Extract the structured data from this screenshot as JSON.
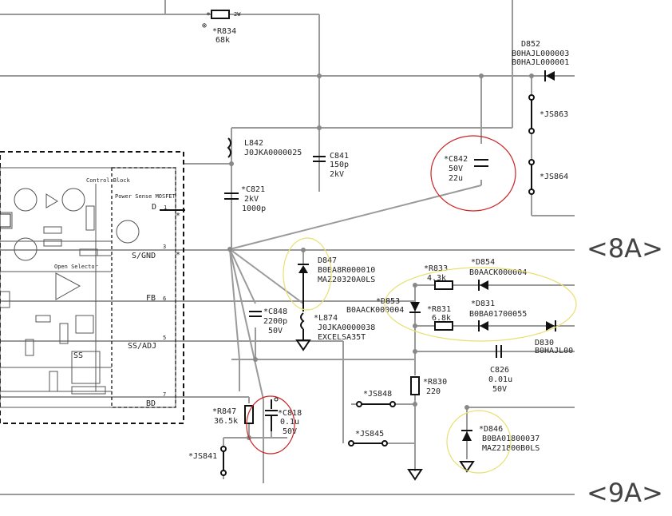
{
  "page_markers": {
    "top": "<8A>",
    "bottom": "<9A>"
  },
  "ic_block": {
    "control_block": "Control Block",
    "power_sense_mosfet": "Power Sense MOSFET",
    "open_selector": "Open Selector",
    "ss": "SS",
    "pins": [
      {
        "num": "1",
        "name": "D"
      },
      {
        "num": "3",
        "name": "S/GND"
      },
      {
        "num": "6",
        "name": "FB"
      },
      {
        "num": "5",
        "name": "SS/ADJ"
      },
      {
        "num": "7",
        "name": "BD"
      }
    ]
  },
  "components": [
    {
      "ref": "*R834",
      "value": "68k",
      "note": "2W"
    },
    {
      "ref": "D852",
      "part": "B0HAJL000003",
      "part2": "B0HAJL000001"
    },
    {
      "ref": "*JS863"
    },
    {
      "ref": "*JS864"
    },
    {
      "ref": "L842",
      "part": "J0JKA0000025"
    },
    {
      "ref": "C841",
      "value": "150p",
      "voltage": "2kV"
    },
    {
      "ref": "*C842",
      "value": "50V",
      "voltage": "22u"
    },
    {
      "ref": "*C821",
      "value": "2kV",
      "voltage": "1000p"
    },
    {
      "ref": "D847",
      "part": "B0BA8R000010",
      "part2": "MAZ20320A0LS"
    },
    {
      "ref": "*L874",
      "part": "J0JKA0000038",
      "part2": "EXCELSA35T"
    },
    {
      "ref": "*C848",
      "value": "2200p",
      "voltage": "50V"
    },
    {
      "ref": "*R833",
      "value": "4.3k"
    },
    {
      "ref": "*D854",
      "part": "B0AACK000004"
    },
    {
      "ref": "*D853",
      "part": "B0AACK000004"
    },
    {
      "ref": "*R831",
      "value": "6.8k"
    },
    {
      "ref": "*D831",
      "part": "B0BA01700055"
    },
    {
      "ref": "D830",
      "part": "B0HAJL00"
    },
    {
      "ref": "C826",
      "value": "0.01u",
      "voltage": "50V"
    },
    {
      "ref": "*R830",
      "value": "220"
    },
    {
      "ref": "*JS848"
    },
    {
      "ref": "*JS845"
    },
    {
      "ref": "*R847",
      "value": "36.5k"
    },
    {
      "ref": "*C818",
      "value": "0.1u",
      "voltage": "50V"
    },
    {
      "ref": "*JS841"
    },
    {
      "ref": "*D846",
      "part": "B0BA01800037",
      "part2": "MAZ21800B0LS"
    }
  ],
  "colors": {
    "wire": "#9a9a9a",
    "ink": "#111111",
    "red_circle": "#cc2222",
    "yellow_circle": "#e8e070"
  }
}
